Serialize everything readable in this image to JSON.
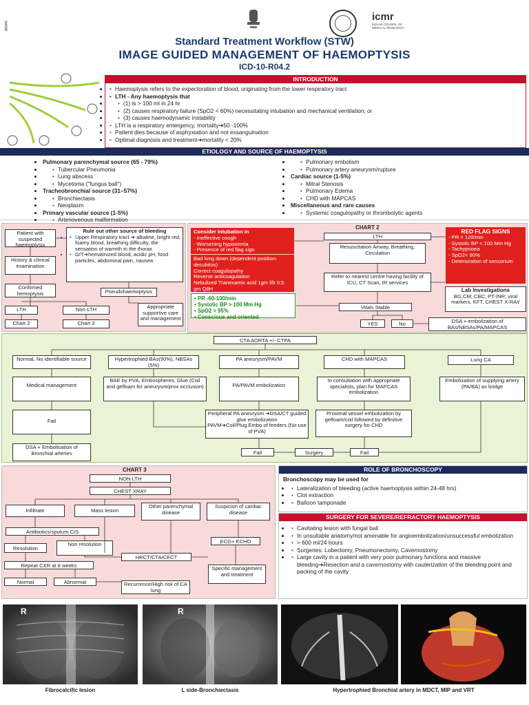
{
  "header": {
    "side_text": "स्वास्थ्य",
    "icmr_logo": "icmr",
    "icmr_subtitle": "INDIAN COUNCIL OF MEDICAL RESEARCH",
    "stw_title": "Standard Treatment Workflow (STW)",
    "main_title": "IMAGE GUIDED MANAGEMENT OF HAEMOPTYSIS",
    "icd": "ICD-10-R04.2"
  },
  "introduction": {
    "title": "INTRODUCTION",
    "items": [
      {
        "text": "Haemoptysis refers to the expectoration of blood, originating from the lower respiratory tract",
        "sub": false
      },
      {
        "text": "LTH - Any haemoptysis that",
        "sub": false,
        "bold": true
      },
      {
        "text": "(1) is > 100 ml in 24 hr",
        "sub": true
      },
      {
        "text": "(2) causes respiratory failure (SpO2 < 60%) necessitating intubation and mechanical ventilation; or",
        "sub": true
      },
      {
        "text": "(3) causes haemodynamic instability",
        "sub": true
      },
      {
        "text": "LTH is a respiratory emergency, mortality➔50 -100%",
        "sub": false
      },
      {
        "text": "Patient dies because of asphyxiation and not exsanguination",
        "sub": false
      },
      {
        "text": "Optimal diagnosis and treatment➔mortality < 20%",
        "sub": false
      }
    ]
  },
  "etiology": {
    "title": "ETIOLOGY AND SOURCE OF HAEMOPTYSIS",
    "left": [
      {
        "h": "Pulmonary parenchymal source (65 - 79%)"
      },
      {
        "t": "Tubercular Pneumonia"
      },
      {
        "t": "Lung abscess"
      },
      {
        "t": "Mycetoma (\"fungus ball\")"
      },
      {
        "h": "Tracheobronchial source (31–57%)"
      },
      {
        "t": "Bronchiectasis"
      },
      {
        "t": "Neoplasm"
      },
      {
        "h": "Primary vascular source (1-5%)"
      },
      {
        "t": "Arteriovenous malformation"
      }
    ],
    "right": [
      {
        "t": "Pulmonary embolism"
      },
      {
        "t": "Pulmonary artery aneurysm/rupture"
      },
      {
        "h": "Cardiac source (1-5%)"
      },
      {
        "t": "Mitral Stenosis"
      },
      {
        "t": "Pulmonary Edema"
      },
      {
        "t": "CHD with MAPCAS"
      },
      {
        "h": "Miscellaneous and rare causes"
      },
      {
        "t": "Systemic coagulopathy or thrombolytic agents"
      }
    ]
  },
  "chart1": {
    "patient": "Patient with suspected haemoptysis",
    "history": "History & clinical examination",
    "confirmed": "Confirmed hemoptysis",
    "lth": "LTH",
    "nonlth": "Non-LTH",
    "chart2": "Chart 2",
    "chart3": "Chart 3",
    "rule_out_title": "Rule out other source of bleeding",
    "rule_out_items": [
      "Upper Respiratory tract ➔ alkaline, bright red, foamy blood, breathing difficulty, the sensation of warmth in the thorax",
      "GIT➔hematinized blood, acidic pH, food particles, abdominal pain, nausea"
    ],
    "pseudo": "Pseudohaemoptysis",
    "supportive": "Appropriate supportive care and management"
  },
  "chart2": {
    "title": "CHART 2",
    "intubation_title": "Consider Intubation in",
    "intubation_items": [
      "Ineffective cough",
      "Worsening hypoxemia",
      "Presence of red flag sign"
    ],
    "bad_lung": "Bad lung down (dependent position-decubitus)\nCorrect coagulopathy\nReverse anticoagulation\nNebulized Tranexamic acid 1gm f/b 0.5 gm Q8H",
    "green_items": [
      "PR -60-100/min",
      "Systolic BP > 100 Mm Hg",
      "SpO2 > 95%",
      "Conscious and oriented"
    ],
    "lth": "LTH",
    "resuscitation": "Resuscitation Airway, Breathing, Circulation",
    "refer": "Refer to nearest centre having facility of ICU, CT Scan, IR services",
    "vitals": "Vitals Stable",
    "yes": "YES",
    "no": "No",
    "dsa": "DSA + embolization of BAs/NBSAs/PA/MAPCAS",
    "red_flag_title": "RED FLAG SIGNS",
    "red_flag_items": [
      "PR > 120/min",
      "Systolic BP < 100 Mm Hg",
      "Tachypnoea",
      "SpO2< 90%",
      "Deterioration of sensorium"
    ],
    "lab_title": "Lab Investigations",
    "lab_text": "BG,CM; CBC; PT-INR; viral markers, KFT, CHEST X-RAY"
  },
  "cta": {
    "top": "CTA AORTA +/- CTPA",
    "c1": "Normal, No identifiable source",
    "c2": "Hypertrophied BAs(90%), NBSAs (5%)",
    "c3": "PA aneurysm/PAVM",
    "c4": "CHD with MAPCAS",
    "c5": "Lung CA",
    "medical": "Medical management",
    "bae": "BAE by PVA, Embospheres, Glue (Coil and gelfoam for aneurysm/prox occlusion)",
    "pa_embo": "PA/PAVM embolization",
    "consult": "In consultation with appropriate specialists, plan for MAPCAS embolization",
    "lungca": "Embolization of supplying artery (PA/BA) as bridge",
    "fail1": "Fail",
    "peripheral": "Peripheral PA aneurysm ➔DSA/CT guided glue embolization\nPAVM➔Coil/Plug Embo of feeders (No use of PVA)",
    "proximal": "Proximal vessel embolization by gelfoam/coil followed by definitive surgery for CHD",
    "dsa_bronch": "DSA + Embolisation of Bronchial arteries",
    "fail2": "Fail",
    "surgery": "Surgery",
    "fail3": "Fail"
  },
  "chart3": {
    "title": "CHART 3",
    "nonlth": "NON LTH",
    "cxr": "CHEST XRAY",
    "infiltrate": "Infiltrate",
    "mass": "Mass lesion",
    "other": "Other parenchymal disease",
    "cardiac": "Suspicion of cardiac disease",
    "antibiotics": "Antibiotics/sputum C/S",
    "resolution": "Resolution",
    "nonresolution": "Non resolution",
    "ecg": "ECG+ ECHO",
    "hrct": "HRCT/CTA/CECT",
    "repeat": "Repeat CXR at 8 weeks",
    "normal": "Normal",
    "abnormal": "Abnormal",
    "specific": "Specific management and treatment",
    "recurrence": "Recurrence/High risk of CA lung"
  },
  "bronchoscopy": {
    "title": "ROLE OF BRONCHOSCOPY",
    "lead": "Bronchoscopy may be used for",
    "items": [
      "Lateralization of bleeding (active haemoptysis within 24-48 hrs)",
      "Clot extraction",
      "Balloon tamponade"
    ]
  },
  "surgery": {
    "title": "SURGERY FOR SEVERE/REFRACTORY HAEMOPTYSIS",
    "items": [
      "Cavitating lesion with fungal ball",
      "In unsuitable anatomy/not amenable for angioembolization/unsuccessful embolization",
      "> 600 ml/24 hours",
      "Surgeries: Lobectomy, Pneumonectomy, Cavernostomy",
      "Large cavity in a patient with very poor pulmonary functions and massive bleeding➔Resection and a cavernostomy with cauterization of the bleeding point and packing of the cavity"
    ]
  },
  "images": {
    "r1": "R",
    "r2": "R",
    "cap1": "Fibrocalcific lesion",
    "cap2": "L side-Bronchiectasis",
    "cap3": "Hypertrophied Bronchial artery in MDCT, MIP and VRT"
  },
  "colors": {
    "navy": "#1d2b5a",
    "red": "#c8102e",
    "pink": "#f8dada",
    "green": "#eaf3d6"
  }
}
